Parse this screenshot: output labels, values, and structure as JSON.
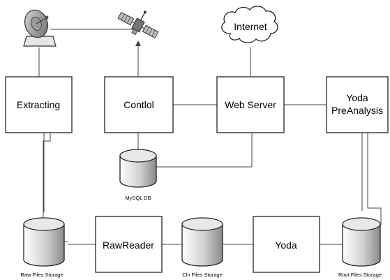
{
  "nodes": {
    "extracting": "Extracting",
    "control": "Contlol",
    "web_server": "Web Server",
    "yoda_preanalysis_line1": "Yoda",
    "yoda_preanalysis_line2": "PreAnalysis",
    "internet": "Internet",
    "rawreader": "RawReader",
    "yoda": "Yoda"
  },
  "storage": {
    "mysql_db": "MySQL DB",
    "raw_files": "Raw Files Storage",
    "cln_files": "Cln Files Storage",
    "root_files": "Root Files Storage"
  },
  "icons": {
    "dish": "satellite-dish-icon",
    "satellite": "satellite-icon",
    "cloud": "cloud-icon",
    "database": "database-icon"
  },
  "colors": {
    "cylinder_light": "#ffffff",
    "cylinder_dark": "#8a8a8a",
    "line": "#444444"
  }
}
